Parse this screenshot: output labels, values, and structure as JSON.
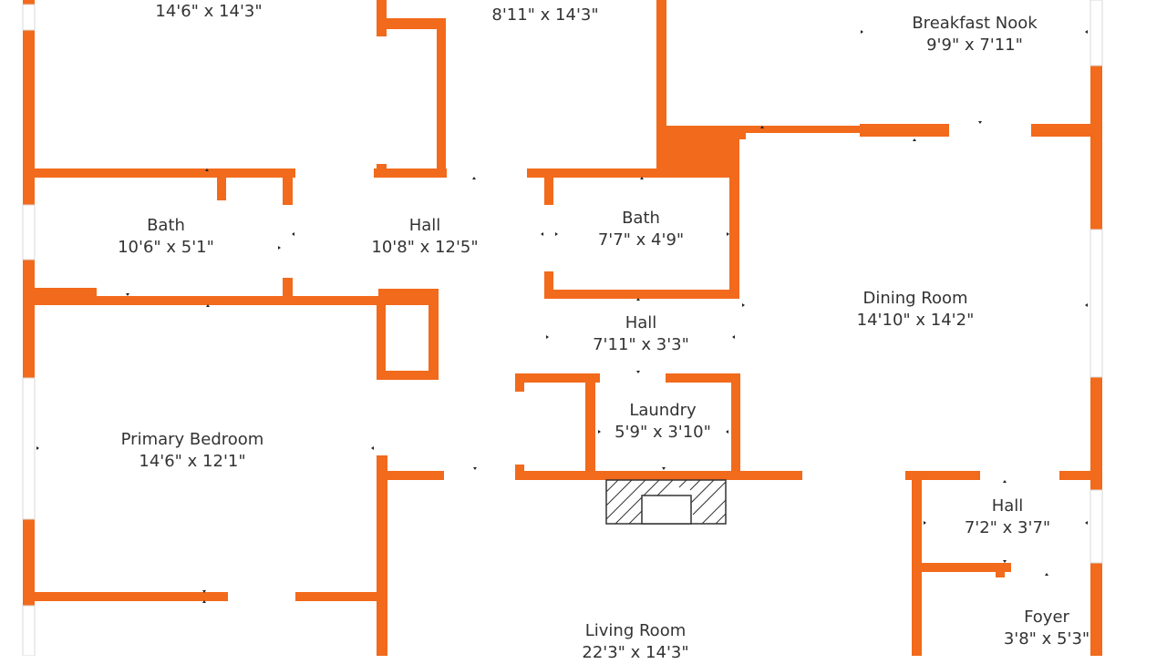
{
  "colors": {
    "wall": "#f26a1b",
    "text": "#333333",
    "background": "#ffffff"
  },
  "rooms": [
    {
      "name": "",
      "dims": "14'6\" x 14'3\""
    },
    {
      "name": "",
      "dims": "8'11\" x 14'3\""
    },
    {
      "name": "Breakfast Nook",
      "dims": "9'9\" x 7'11\""
    },
    {
      "name": "Bath",
      "dims": "10'6\" x 5'1\""
    },
    {
      "name": "Hall",
      "dims": "10'8\" x 12'5\""
    },
    {
      "name": "Bath",
      "dims": "7'7\" x 4'9\""
    },
    {
      "name": "Hall",
      "dims": "7'11\" x 3'3\""
    },
    {
      "name": "Dining Room",
      "dims": "14'10\" x 14'2\""
    },
    {
      "name": "Laundry",
      "dims": "5'9\" x 3'10\""
    },
    {
      "name": "Primary Bedroom",
      "dims": "14'6\" x 12'1\""
    },
    {
      "name": "Hall",
      "dims": "7'2\" x 3'7\""
    },
    {
      "name": "Living Room",
      "dims": "22'3\" x 14'3\""
    },
    {
      "name": "Foyer",
      "dims": "3'8\" x 5'3\""
    }
  ]
}
